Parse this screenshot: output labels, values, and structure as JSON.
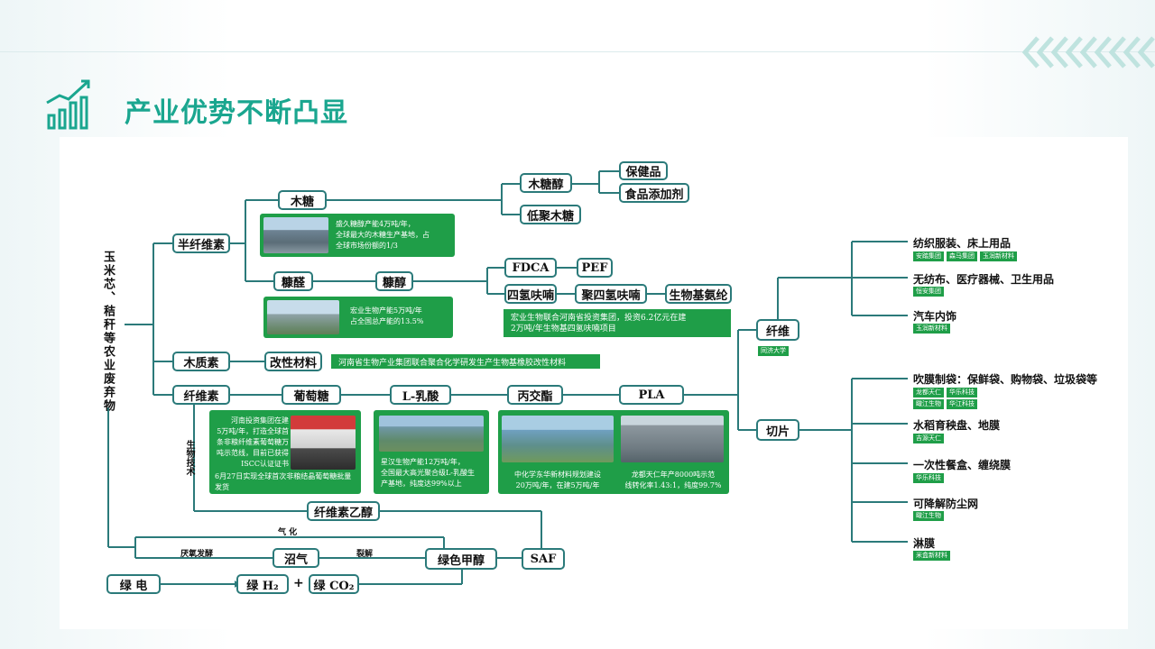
{
  "title": "产业优势不断凸显",
  "colors": {
    "accent": "#1aa68f",
    "line": "#2b7a7a",
    "card": "#1f9e48"
  },
  "source": "玉米芯、秸秆等农业废弃物",
  "nodes": {
    "hemicellulose": "半纤维素",
    "xylose": "木糖",
    "xylitol": "木糖醇",
    "health": "保健品",
    "food_additive": "食品添加剂",
    "xylo_oligo": "低聚木糖",
    "furfural": "糠醛",
    "furfuryl_alcohol": "糠醇",
    "fdca": "FDCA",
    "pef": "PEF",
    "thf": "四氢呋喃",
    "ptmeg": "聚四氢呋喃",
    "spandex": "生物基氨纶",
    "lignin": "木质素",
    "modified": "改性材料",
    "cellulose": "纤维素",
    "glucose": "葡萄糖",
    "lactic": "L-乳酸",
    "lactide": "丙交酯",
    "pla": "PLA",
    "cellulosic_ethanol": "纤维素乙醇",
    "saf": "SAF",
    "biogas": "沼气",
    "green_methanol": "绿色甲醇",
    "green_power": "绿  电",
    "green_h2": "绿 H₂",
    "plus": "+",
    "green_co2": "绿 CO₂",
    "fiber": "纤维",
    "chips": "切片"
  },
  "edge_labels": {
    "bio_tech": "生物技术",
    "gasification": "气    化",
    "anaerobic": "厌氧发酵",
    "cracking": "裂解"
  },
  "cards": {
    "xylitol_card": "盛久糖醇产能4万吨/年，\n全球最大的木糖生产基地，占\n全球市场份额的1/3",
    "thf_card": "宏业生物产能5万吨/年\n占全国总产能的13.5%",
    "thf_banner": "宏业生物联合河南省投资集团，投资6.2亿元在建\n2万吨/年生物基四氢呋喃项目",
    "lignin_banner": "河南省生物产业集团联合聚合化学研发生产生物基橡胶改性材料",
    "glucose_card_a": "河南投资集团在建\n5万吨/年，打造全球首\n条非粮纤维素葡萄糖万\n吨示范线，目前已获得\nISCC认证证书",
    "glucose_card_b": "6月27日实现全球首次非粮结晶葡萄糖批量\n发货",
    "lactic_card": "星汉生物产能12万吨/年，\n全国最大高光聚合级L-乳酸生\n产基地，纯度达99%以上",
    "lactide_card": "中化学东华新材料规划建设\n20万吨/年，在建5万吨/年",
    "pla_card": "龙都天仁年产8000吨示范\n线转化率1.43:1，纯度99.7%"
  },
  "fiber_tag": "同济大学",
  "applications": [
    {
      "label": "纺织服装、床上用品",
      "tags": [
        "安踏集团",
        "森马集团",
        "玉润新材料"
      ]
    },
    {
      "label": "无纺布、医疗器械、卫生用品",
      "tags": [
        "恒安集团"
      ]
    },
    {
      "label": "汽车内饰",
      "tags": [
        "玉润新材料"
      ]
    },
    {
      "label": "吹膜制袋：保鲜袋、购物袋、垃圾袋等",
      "tags": [
        "龙都天仁",
        "华乐科技"
      ],
      "tags2": [
        "瞰江生物",
        "华江科技"
      ]
    },
    {
      "label": "水稻育秧盘、地膜",
      "tags": [
        "吉源天仁"
      ]
    },
    {
      "label": "一次性餐盒、缠绕膜",
      "tags": [
        "华乐科技"
      ]
    },
    {
      "label": "可降解防尘网",
      "tags": [
        "瞰江生物"
      ]
    },
    {
      "label": "淋膜",
      "tags": [
        "米盒新材料"
      ]
    }
  ]
}
